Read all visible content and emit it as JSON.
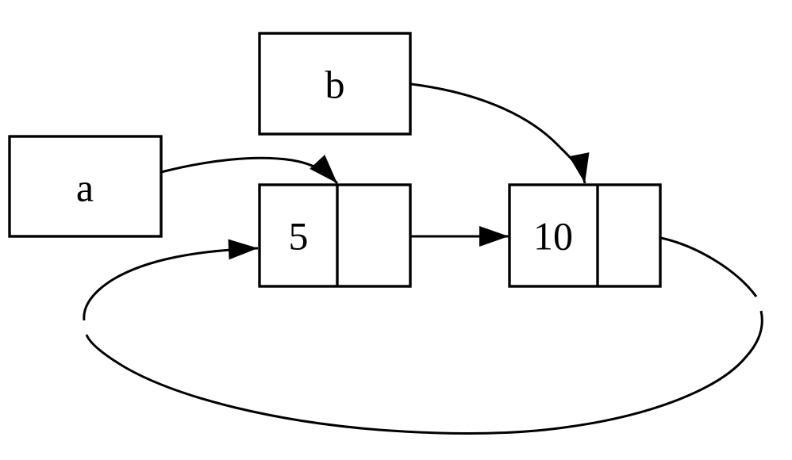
{
  "diagram": {
    "kind": "linked-list-with-cycle",
    "background_color": "#ffffff",
    "line_color": "#000000",
    "nodes": {
      "a": {
        "label": "a"
      },
      "b": {
        "label": "b"
      },
      "node5": {
        "value": "5"
      },
      "node10": {
        "value": "10"
      }
    },
    "edges": [
      {
        "from": "a",
        "to": "node5"
      },
      {
        "from": "b",
        "to": "node10"
      },
      {
        "from": "node5",
        "to": "node10"
      },
      {
        "from": "node10",
        "to": "node5"
      }
    ]
  }
}
